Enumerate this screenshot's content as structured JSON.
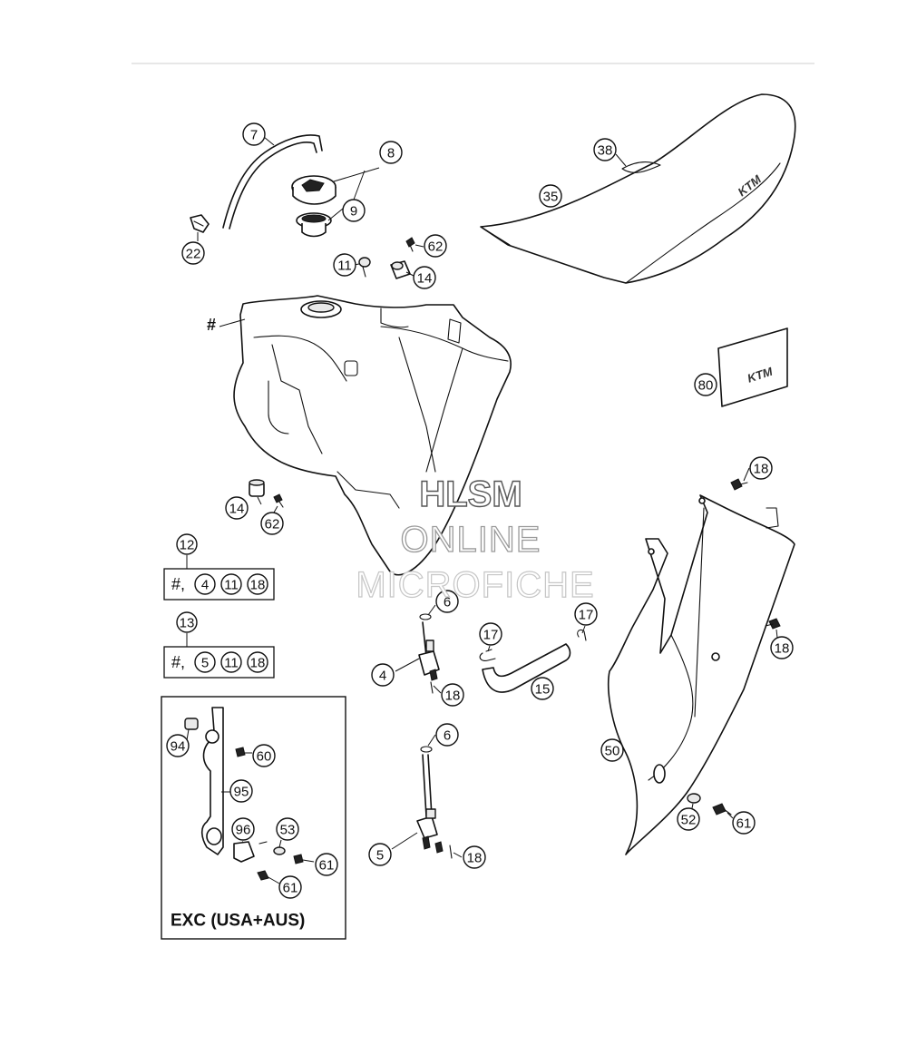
{
  "callouts": [
    {
      "num": "7"
    },
    {
      "num": "8"
    },
    {
      "num": "9"
    },
    {
      "num": "22"
    },
    {
      "num": "11"
    },
    {
      "num": "62"
    },
    {
      "num": "14"
    },
    {
      "num": "38"
    },
    {
      "num": "35"
    },
    {
      "num": "80"
    },
    {
      "num": "14"
    },
    {
      "num": "62"
    },
    {
      "num": "18"
    },
    {
      "num": "18"
    },
    {
      "num": "6"
    },
    {
      "num": "4"
    },
    {
      "num": "18"
    },
    {
      "num": "17"
    },
    {
      "num": "17"
    },
    {
      "num": "15"
    },
    {
      "num": "6"
    },
    {
      "num": "5"
    },
    {
      "num": "18"
    },
    {
      "num": "50"
    },
    {
      "num": "52"
    },
    {
      "num": "61"
    },
    {
      "num": "94"
    },
    {
      "num": "60"
    },
    {
      "num": "95"
    },
    {
      "num": "96"
    },
    {
      "num": "53"
    },
    {
      "num": "61"
    },
    {
      "num": "61"
    }
  ],
  "tank_marker": "#",
  "kits": [
    {
      "id": "12",
      "prefix": "#,",
      "parts": [
        "4",
        "11",
        "18"
      ]
    },
    {
      "id": "13",
      "prefix": "#,",
      "parts": [
        "5",
        "11",
        "18"
      ]
    }
  ],
  "inset": {
    "label": "EXC (USA+AUS)"
  },
  "watermark": {
    "line1": "HLSM",
    "line2": "ONLINE",
    "line3": "MICROFICHE"
  },
  "logos": {
    "seat": "KTM",
    "decal": "KTM"
  }
}
